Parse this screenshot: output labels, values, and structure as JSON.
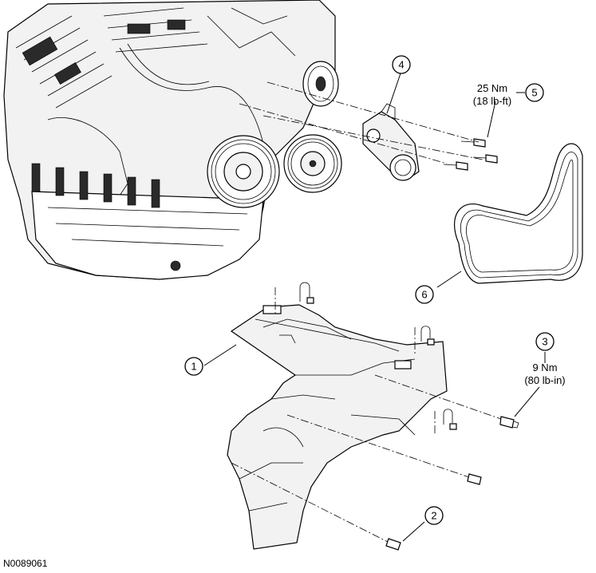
{
  "callouts": [
    {
      "id": "1",
      "label": "1"
    },
    {
      "id": "2",
      "label": "2"
    },
    {
      "id": "3",
      "label": "3"
    },
    {
      "id": "4",
      "label": "4"
    },
    {
      "id": "5",
      "label": "5"
    },
    {
      "id": "6",
      "label": "6"
    }
  ],
  "torque_specs": {
    "c5_line1": "25 Nm",
    "c5_line2": "(18 lb-ft)",
    "c3_line1": "9 Nm",
    "c3_line2": "(80 lb-in)"
  },
  "figure_id": "N0089061"
}
